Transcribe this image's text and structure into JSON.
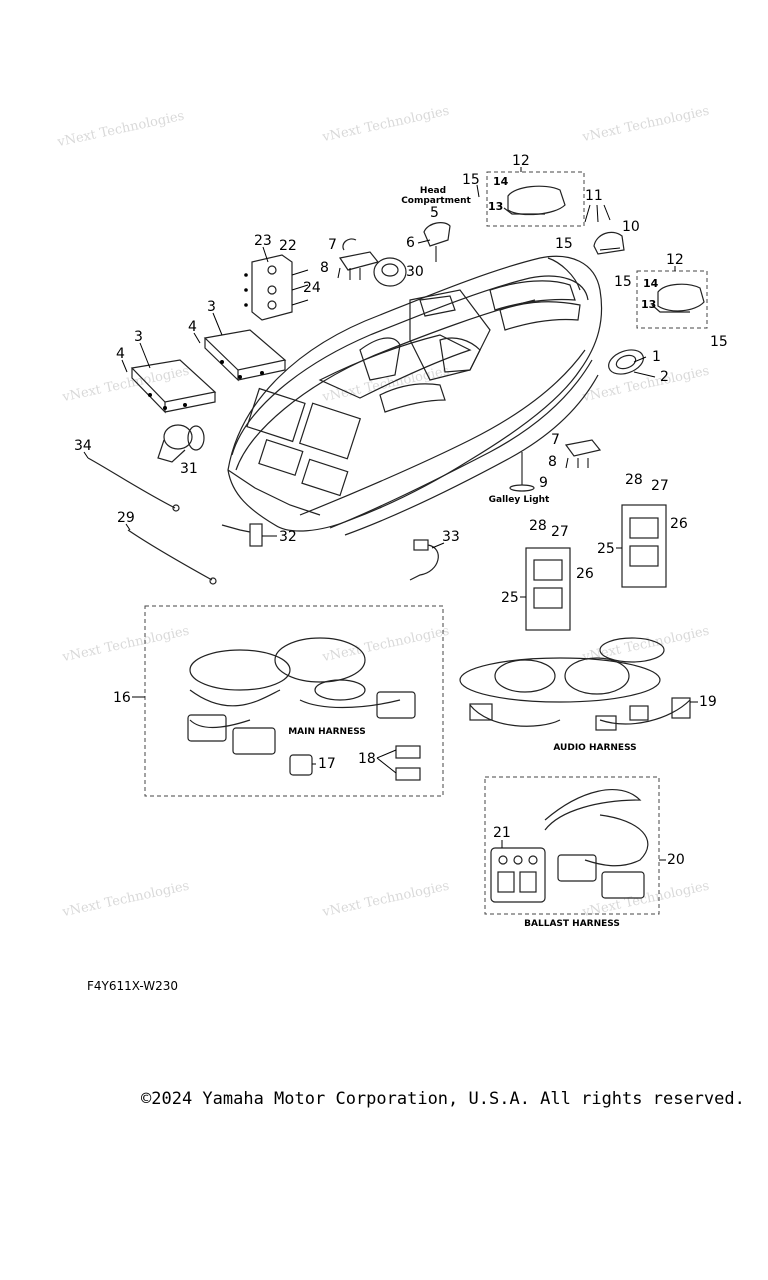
{
  "diagram": {
    "captions": {
      "head_compartment_line1": "Head",
      "head_compartment_line2": "Compartment",
      "galley_light": "Galley Light",
      "main_harness": "MAIN HARNESS",
      "audio_harness": "AUDIO HARNESS",
      "ballast_harness": "BALLAST HARNESS"
    },
    "callouts": {
      "c1": "1",
      "c2": "2",
      "c3a": "3",
      "c3b": "3",
      "c4a": "4",
      "c4b": "4",
      "c5": "5",
      "c6": "6",
      "c7a": "7",
      "c7b": "7",
      "c8a": "8",
      "c8b": "8",
      "c9": "9",
      "c10": "10",
      "c11": "11",
      "c12a": "12",
      "c12b": "12",
      "c13a": "13",
      "c13b": "13",
      "c14a": "14",
      "c14b": "14",
      "c15a": "15",
      "c15b": "15",
      "c15c": "15",
      "c15d": "15",
      "c16": "16",
      "c17": "17",
      "c18": "18",
      "c19": "19",
      "c20": "20",
      "c21": "21",
      "c22": "22",
      "c23": "23",
      "c24": "24",
      "c25a": "25",
      "c25b": "25",
      "c26a": "26",
      "c26b": "26",
      "c27a": "27",
      "c27b": "27",
      "c28a": "28",
      "c28b": "28",
      "c29": "29",
      "c30": "30",
      "c31": "31",
      "c32": "32",
      "c33": "33",
      "c34": "34"
    },
    "watermark": "vNext Technologies",
    "drawing_code": "F4Y611X-W230"
  },
  "footer": {
    "copyright": "©2024 Yamaha Motor Corporation, U.S.A. All rights reserved."
  }
}
